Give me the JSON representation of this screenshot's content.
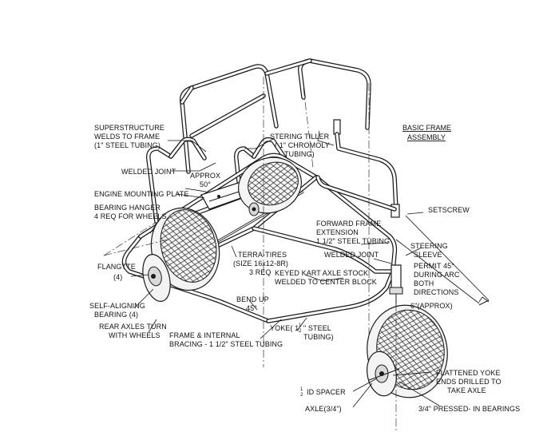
{
  "title": {
    "line1": "BASIC FRAME",
    "line2": "ASSEMBLY"
  },
  "labels": {
    "superstructure": {
      "l1": "SUPERSTRUCTURE",
      "l2": "WELDS TO FRAME",
      "l3": "(1\" STEEL TUBING)"
    },
    "stering_tiller": {
      "l1": "STERING TILLER",
      "l2": "( 1\" CHROMOLY",
      "l3": "TUBING)"
    },
    "welded_joint_top": "WELDED JOINT",
    "approx_50": {
      "l1": "APPROX",
      "l2": "50°"
    },
    "engine_plate": "ENGINE MOUNTING PLATE",
    "bearing_hanger": {
      "l1": "BEARING HANGER",
      "l2": "4 REQ FOR WHEELS"
    },
    "setscrew": "SETSCREW",
    "forward_frame": {
      "l1": "FORWARD FRAME",
      "l2": "EXTENSION",
      "l3": "1 1/2\" STEEL TUBING"
    },
    "steering_sleeve": {
      "l1": "STEERING",
      "l2": "SLEEVE"
    },
    "welded_joint_mid": "WELDED JOINT",
    "permit_45": {
      "l1": "PERMIT 45°",
      "l2": "DURING ARC",
      "l3": "BOTH",
      "l4": "DIRECTIONS"
    },
    "terra_tires": {
      "l1": "TERRA-TIRES",
      "l2": "(SIZE 16x12-8R)",
      "l3": "3 REQ"
    },
    "keyed_axle": {
      "l1": "KEYED KART AXLE STOCK",
      "l2": "WELDED TO CENTER BLOCK"
    },
    "flangtte": {
      "l1": "FLANGTTE",
      "l2": "(4)"
    },
    "approx_6": "6\"(APPROX)",
    "bend_up": {
      "l1": "BEND UP",
      "l2": "45°"
    },
    "self_aligning": {
      "l1": "SELF-ALIGNING",
      "l2": "BEARING (4)"
    },
    "rear_axles": {
      "l1": "REAR AXLES TURN",
      "l2": "WITH WHEELS"
    },
    "yoke": {
      "l1": "YOKE( 1",
      "frac_num": "1",
      "frac_den": "2",
      "l1b": "\" STEEL",
      "l2": "TUBING)"
    },
    "frame_bracing": {
      "l1": "FRAME & INTERNAL",
      "l2": "BRACING - 1 1/2\" STEEL TUBING"
    },
    "flattened_yoke": {
      "l1": "FLATTENED YOKE",
      "l2": "ENDS DRILLED TO",
      "l3": "TAKE AXLE"
    },
    "id_spacer": {
      "frac_num": "1",
      "frac_den": "2",
      "l1": "ID SPACER"
    },
    "axle_34": "AXLE(3/4\")",
    "pressed_bearings": "3/4\" PRESSED- IN BEARINGS"
  }
}
